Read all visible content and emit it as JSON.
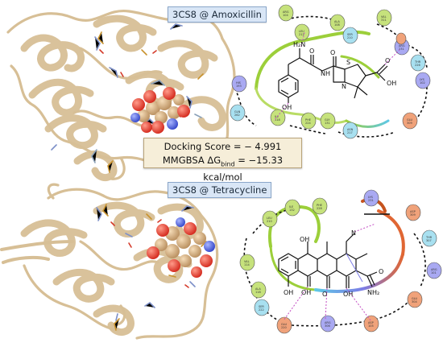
{
  "panels": [
    {
      "label": "3CS8 @ Amoxicillin"
    },
    {
      "label": "3CS8 @ Tetracycline"
    }
  ],
  "score_box": {
    "docking_line": "Docking Score = − 4.991",
    "mmgbsa_prefix": "MMGBSA ΔG",
    "mmgbsa_sub": "bind",
    "mmgbsa_suffix": " = −15.33 kcal/mol"
  },
  "atom_labels": {
    "oh": "OH",
    "o": "O",
    "n": "N",
    "nh": "NH",
    "s": "S",
    "h2n": "H₂N",
    "oh2": "OH",
    "nh2": "NH₂"
  },
  "colors": {
    "ribbon": "#d7bf96",
    "ligand_oxygen": "#e03b2b",
    "ligand_carbon": "#c8a27a",
    "hydrophobic": "#9ccf3a",
    "polar": "#5ec8e6",
    "negative": "#e06633",
    "positive": "#7c7ce6",
    "label_box": "#d9e6f6",
    "score_box": "#f6eed9"
  }
}
